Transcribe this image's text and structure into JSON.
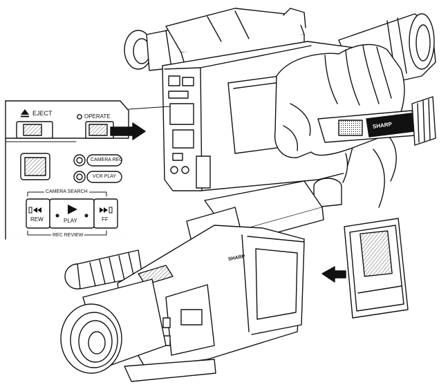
{
  "panel": {
    "eject_label": "EJECT",
    "operate_label": "OPERATE",
    "camera_rec_label": "CAMERA REC",
    "vcr_play_label": "VCR PLAY",
    "camera_search_label": "CAMERA SEARCH",
    "rew_label": "REW",
    "play_label": "PLAY",
    "ff_label": "FF",
    "rec_review_label": "REC REVIEW"
  },
  "brand": {
    "strap_logo": "SHARP",
    "body_logo": "SHARP"
  },
  "icons": {
    "eject": "eject-icon",
    "rew": "rewind-icon",
    "play": "play-icon",
    "ff": "fast-forward-icon",
    "arrow_operate": "arrow-right-icon",
    "arrow_battery": "arrow-left-icon"
  },
  "colors": {
    "ink": "#111111",
    "paper": "#ffffff",
    "shade": "#d8d8d8"
  }
}
